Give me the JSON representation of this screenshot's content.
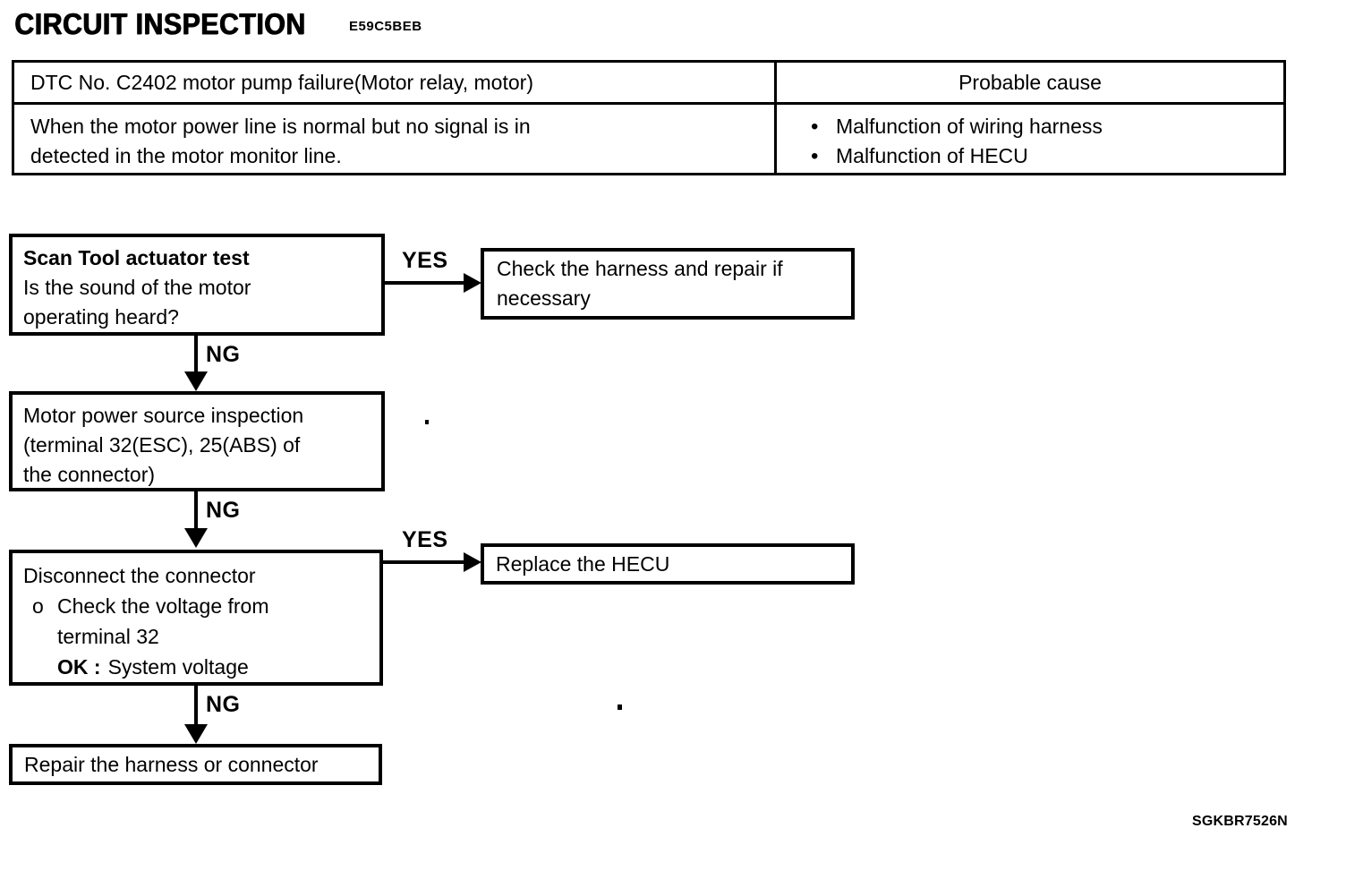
{
  "colors": {
    "ink": "#000000",
    "paper": "#ffffff"
  },
  "header": {
    "title": "CIRCUIT INSPECTION",
    "code": "E59C5BEB"
  },
  "dtc_table": {
    "dtc": "DTC No. C2402 motor pump failure(Motor relay, motor)",
    "probable_cause": "Probable cause",
    "condition_line1": "When the motor power line is normal but no signal is in",
    "condition_line2": "detected in the motor monitor line.",
    "bullet": "•",
    "causes": [
      "Malfunction of wiring harness",
      "Malfunction of HECU"
    ]
  },
  "flowchart": {
    "step1_title": "Scan Tool actuator test",
    "step1_line2": "Is the sound of the motor",
    "step1_line3": "operating heard?",
    "yes1": "YES",
    "harness_line1": "Check the harness and repair if",
    "harness_line2": "necessary",
    "ng1": "NG",
    "step2_line1": "Motor power source inspection",
    "step2_line2": "(terminal 32(ESC), 25(ABS) of",
    "step2_line3": "the connector)",
    "ng2": "NG",
    "step3_line1": "Disconnect the connector",
    "step3_bullet": "o",
    "step3_line2": "Check the voltage from",
    "step3_line3": "terminal 32",
    "step3_ok": "OK :",
    "step3_line4": "System voltage",
    "yes2": "YES",
    "replace": "Replace the HECU",
    "ng3": "NG",
    "repair": "Repair the harness or connector"
  },
  "footer": {
    "figure_code": "SGKBR7526N"
  }
}
